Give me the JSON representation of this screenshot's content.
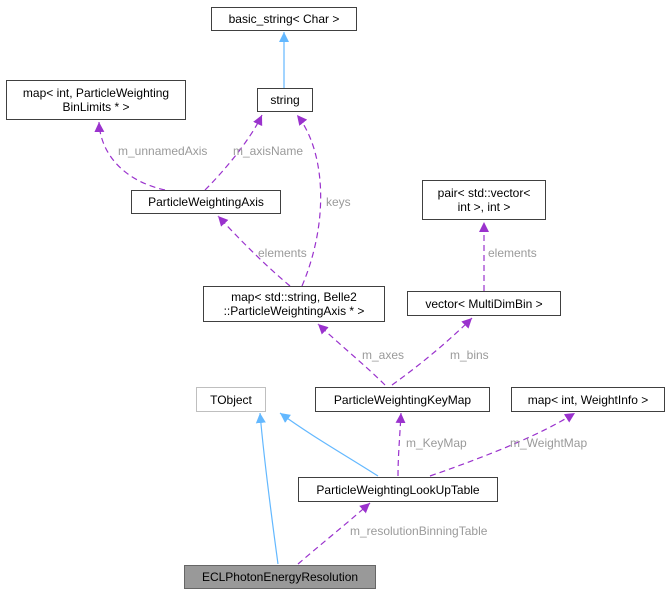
{
  "colors": {
    "inheritance": "#63b8ff",
    "usage": "#9a32cd",
    "label": "#9a9a9a",
    "node_border": "#404040",
    "node_border_muted": "#bfbfbf",
    "focus_fill": "#999999"
  },
  "nodes": {
    "basic_string": "basic_string< Char >",
    "string": "string",
    "map_binlimits": "map< int, ParticleWeighting\nBinLimits * >",
    "pwaxis": "ParticleWeightingAxis",
    "pair_vector": "pair< std::vector<\nint >, int >",
    "map_axes": "map< std::string, Belle2\n::ParticleWeightingAxis * >",
    "vector_mdb": "vector< MultiDimBin >",
    "tobject": "TObject",
    "keymap": "ParticleWeightingKeyMap",
    "map_weightinfo": "map< int, WeightInfo >",
    "lookup": "ParticleWeightingLookUpTable",
    "ecl": "ECLPhotonEnergyResolution"
  },
  "edge_labels": {
    "m_unnamedAxis": "m_unnamedAxis",
    "m_axisName": "m_axisName",
    "keys": "keys",
    "elements_axis": "elements",
    "elements_pair": "elements",
    "m_axes": "m_axes",
    "m_bins": "m_bins",
    "m_KeyMap": "m_KeyMap",
    "m_WeightMap": "m_WeightMap",
    "m_resolutionBinningTable": "m_resolutionBinningTable"
  }
}
